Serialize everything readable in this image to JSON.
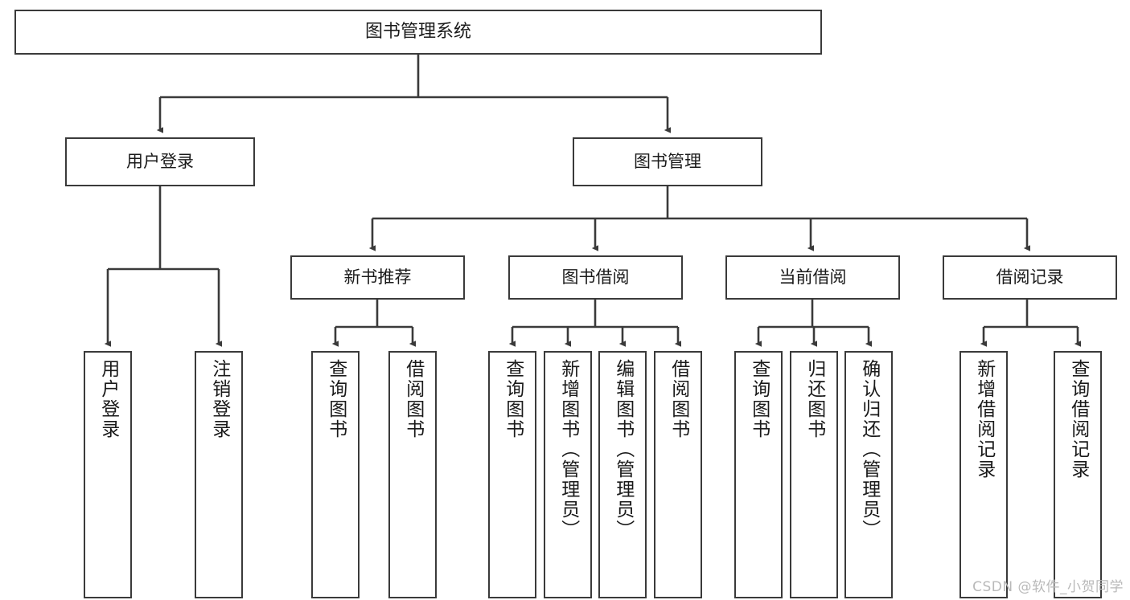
{
  "diagram": {
    "title": "图书管理系统",
    "type": "tree-hierarchy-chart",
    "watermark": "CSDN @软件_小贺同学",
    "colors": {
      "stroke": "#3a3a3a",
      "fill": "#ffffff",
      "text": "#1a1a1a",
      "watermark": "#b9b9b9"
    }
  },
  "nodes": {
    "root": {
      "label": "图书管理系统"
    },
    "level1": [
      {
        "id": "user-login",
        "label": "用户登录"
      },
      {
        "id": "book-manage",
        "label": "图书管理"
      }
    ],
    "level2": [
      {
        "id": "new-book-recommend",
        "label": "新书推荐"
      },
      {
        "id": "book-borrow",
        "label": "图书借阅"
      },
      {
        "id": "current-borrow",
        "label": "当前借阅"
      },
      {
        "id": "borrow-record",
        "label": "借阅记录"
      }
    ],
    "leaves": {
      "user_login": [
        {
          "id": "leaf-user-login",
          "label": "用户登录"
        },
        {
          "id": "leaf-logout-login",
          "label": "注销登录"
        }
      ],
      "new_book_recommend": [
        {
          "id": "leaf-query-book-1",
          "label": "查询图书"
        },
        {
          "id": "leaf-borrow-book-1",
          "label": "借阅图书"
        }
      ],
      "book_borrow": [
        {
          "id": "leaf-query-book-2",
          "label": "查询图书"
        },
        {
          "id": "leaf-add-book",
          "label": "新增图书（管理员）"
        },
        {
          "id": "leaf-edit-book",
          "label": "编辑图书（管理员）"
        },
        {
          "id": "leaf-borrow-book-2",
          "label": "借阅图书"
        }
      ],
      "current_borrow": [
        {
          "id": "leaf-query-book-3",
          "label": "查询图书"
        },
        {
          "id": "leaf-return-book",
          "label": "归还图书"
        },
        {
          "id": "leaf-confirm-return",
          "label": "确认归还（管理员）"
        }
      ],
      "borrow_record": [
        {
          "id": "leaf-add-record",
          "label": "新增借阅记录"
        },
        {
          "id": "leaf-query-record",
          "label": "查询借阅记录"
        }
      ]
    }
  }
}
